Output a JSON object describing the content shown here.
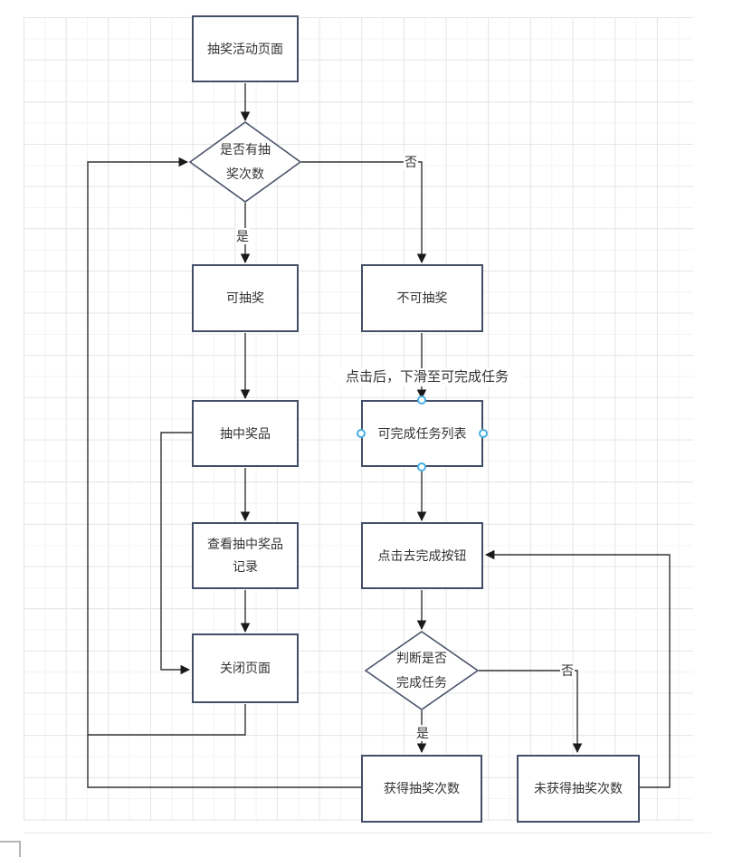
{
  "flowchart": {
    "nodes": {
      "start": {
        "label": "抽奖活动页面",
        "shape": "rect"
      },
      "has_draws": {
        "label": "是否有抽\n奖次数",
        "shape": "diamond"
      },
      "can_draw": {
        "label": "可抽奖",
        "shape": "rect"
      },
      "cannot_draw": {
        "label": "不可抽奖",
        "shape": "rect"
      },
      "win_prize": {
        "label": "抽中奖品",
        "shape": "rect"
      },
      "task_list": {
        "label": "可完成任务列表",
        "shape": "rect",
        "selected": true
      },
      "view_record": {
        "label": "查看抽中奖品\n记录",
        "shape": "rect"
      },
      "go_complete": {
        "label": "点击去完成按钮",
        "shape": "rect"
      },
      "close_page": {
        "label": "关闭页面",
        "shape": "rect"
      },
      "judge_complete": {
        "label": "判断是否\n完成任务",
        "shape": "diamond"
      },
      "gain_count": {
        "label": "获得抽奖次数",
        "shape": "rect"
      },
      "no_count": {
        "label": "未获得抽奖次数",
        "shape": "rect"
      }
    },
    "edge_labels": {
      "has_draws_yes": "是",
      "has_draws_no": "否",
      "judge_yes": "是",
      "judge_no": "否"
    },
    "annotation": "点击后，下滑至可完成任务",
    "colors": {
      "node_border": "#434e68",
      "edge": "#333333",
      "text": "#333333",
      "selection_handle": "#45b0e6",
      "grid_minor": "#f3f3f3",
      "grid_major": "#e6e6e6"
    }
  }
}
